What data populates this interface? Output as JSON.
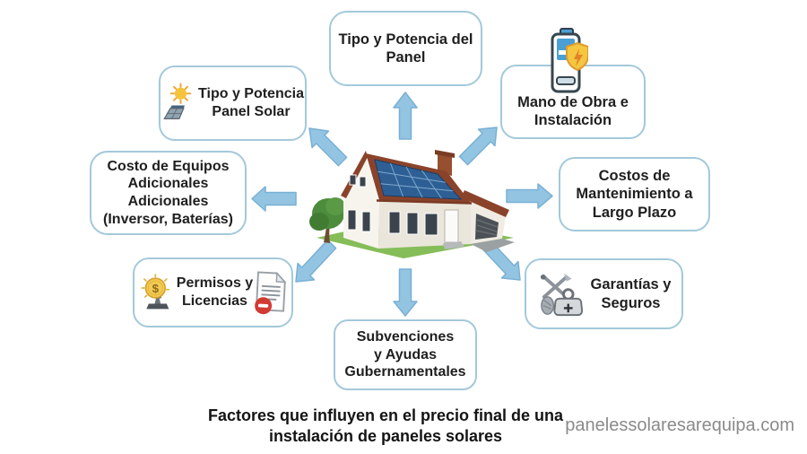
{
  "title": {
    "lines": [
      "Factores que influyen en el precio final de una",
      "instalación de paneles solares"
    ]
  },
  "watermark": "panelessolaresarequipa.com",
  "center": {
    "illustration": "house-with-solar-panels"
  },
  "nodes": {
    "top_center": {
      "lines": [
        "Tipo y Potencia del",
        "Panel"
      ]
    },
    "upper_left": {
      "icon": "sun-solar-panel-icon",
      "lines": [
        "Tipo y Potencia",
        "Panel Solar"
      ]
    },
    "left": {
      "lines": [
        "Costo de Equipos",
        "Adicionales",
        "Adicionales",
        "(Inversor, Baterías)"
      ]
    },
    "bottom_left": {
      "icon_left": "coin-stamp-icon",
      "icon_right": "document-denied-icon",
      "lines": [
        "Permisos y",
        "Licencias"
      ]
    },
    "bottom_center": {
      "lines": [
        "Subvenciones",
        "y Ayudas",
        "Gubernamentales"
      ]
    },
    "bottom_right": {
      "icon": "tools-weight-icon",
      "lines": [
        "Garantías y",
        "Seguros"
      ]
    },
    "right": {
      "lines": [
        "Costos de",
        "Mantenimiento a",
        "Largo Plazo"
      ]
    },
    "upper_right": {
      "icon": "battery-shield-icon",
      "lines": [
        "Mano de Obra e",
        "Instalación"
      ]
    }
  },
  "arrows": [
    "up",
    "up-left",
    "up-right",
    "left",
    "right",
    "down-left",
    "down-right",
    "down"
  ],
  "colors": {
    "arrow_fill": "#93c5e3",
    "arrow_stroke": "#79b0d4",
    "box_border": "#a3c9da",
    "text": "#1f1f1f",
    "title_text": "#141414",
    "watermark": "#8a8a8a",
    "roof": "#8a432a",
    "solar_panel": "#2e5f94",
    "lawn": "#85bd58"
  }
}
